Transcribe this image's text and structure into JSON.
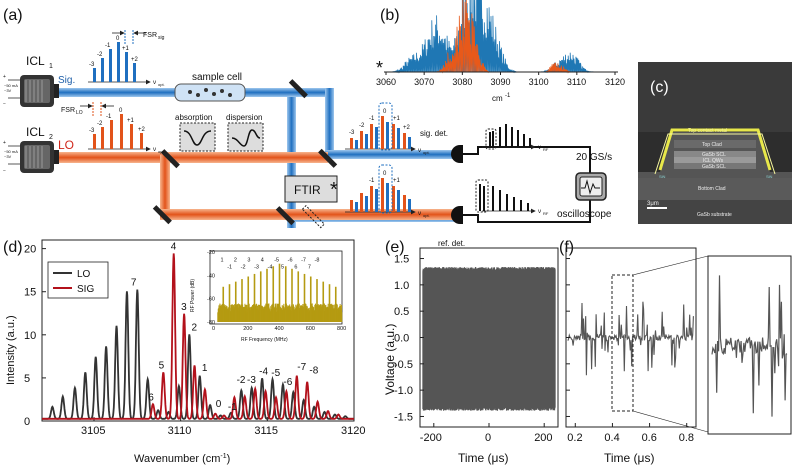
{
  "panels": {
    "a": "(a)",
    "b": "(b)",
    "c": "(c)",
    "d": "(d)",
    "e": "(e)",
    "f": "(f)"
  },
  "setup": {
    "icl1": "ICL",
    "icl1_sub": "1",
    "icl2": "ICL",
    "icl2_sub": "2",
    "sig": "Sig.",
    "lo": "LO",
    "bias": [
      "~50 mA",
      "~3V"
    ],
    "fsr_sig": "FSR",
    "fsr_sig_sub": "sig",
    "fsr_lo": "FSR",
    "fsr_lo_sub": "LO",
    "sample_cell": "sample cell",
    "absorption": "absorption",
    "dispersion": "dispersion",
    "nu_opt": "ν",
    "nu_opt_sub": "opt.",
    "nu_rf": "ν",
    "nu_rf_sub": "RF",
    "sig_det": "sig. det.",
    "ref_det": "ref. det.",
    "ftir": "FTIR",
    "ftir_star": "*",
    "sample_rate": "20 GS/s",
    "oscilloscope": "oscilloscope",
    "mode_labels_top": [
      "-3",
      "-2",
      "-1",
      "0",
      "+1",
      "+2"
    ],
    "mode_labels_lo": [
      "-3",
      "-2",
      "-1",
      "0",
      "+1",
      "+2"
    ]
  },
  "spectrum_b": {
    "star": "*",
    "xticks": [
      "3060",
      "3070",
      "3080",
      "3090",
      "3100",
      "3110",
      "3120"
    ],
    "xlabel": "cm",
    "xlabel_sup": "-1",
    "colors": {
      "sig": "#1f77b4",
      "lo": "#e8591a"
    }
  },
  "sem_c": {
    "top_contact": "Top contact metal",
    "top_clad": "Top Clad",
    "gasb_scl1": "GaSb SCL",
    "icl_qws": "ICL QWs",
    "gasb_scl2": "GaSb SCL",
    "bottom_clad": "Bottom Clad",
    "substrate": "GaSb substrate",
    "scale": "3μm",
    "sin": "SiN"
  },
  "chart_data": [
    {
      "type": "line",
      "panel": "d",
      "xlabel": "Wavenumber (cm",
      "xlabel_sup": "-1",
      "xlabel_end": ")",
      "ylabel": "Intensity (a.u.)",
      "xlim": [
        3102,
        3120
      ],
      "ylim": [
        0,
        21
      ],
      "xticks": [
        3105,
        3110,
        3115,
        3120
      ],
      "yticks": [
        0,
        5,
        10,
        15,
        20
      ],
      "legend_position": "top-left",
      "series": [
        {
          "name": "LO",
          "color": "#333333",
          "peaks": [
            [
              3102.6,
              1.4
            ],
            [
              3103.2,
              2.6
            ],
            [
              3103.9,
              3.6
            ],
            [
              3104.5,
              5.4
            ],
            [
              3105.1,
              7.2
            ],
            [
              3105.7,
              8.4
            ],
            [
              3106.3,
              10.8
            ],
            [
              3106.9,
              14.8
            ],
            [
              3107.5,
              15.0
            ],
            [
              3108.1,
              4.6
            ],
            [
              3108.7,
              1.0
            ],
            [
              3109.3,
              0.8
            ],
            [
              3109.9,
              3.8
            ],
            [
              3110.5,
              9.8
            ],
            [
              3111.1,
              5.0
            ],
            [
              3111.7,
              1.6
            ],
            [
              3112.3,
              0.4
            ],
            [
              3112.9,
              0.7
            ],
            [
              3113.5,
              3.3
            ],
            [
              3114.1,
              3.6
            ],
            [
              3114.7,
              4.7
            ],
            [
              3115.3,
              4.6
            ],
            [
              3115.9,
              4.0
            ],
            [
              3116.5,
              3.1
            ],
            [
              3117.1,
              2.2
            ],
            [
              3117.7,
              1.4
            ],
            [
              3118.3,
              0.8
            ],
            [
              3118.9,
              0.5
            ],
            [
              3119.5,
              0.3
            ]
          ]
        },
        {
          "name": "SIG",
          "color": "#b3111b",
          "peaks": [
            [
              3108.4,
              1.7
            ],
            [
              3109.0,
              5.4
            ],
            [
              3109.6,
              19.2
            ],
            [
              3110.2,
              12.2
            ],
            [
              3110.8,
              6.2
            ],
            [
              3111.4,
              3.4
            ],
            [
              3112.0,
              0.6
            ],
            [
              3112.5,
              0.4
            ],
            [
              3113.1,
              2.5
            ],
            [
              3113.7,
              2.6
            ],
            [
              3114.3,
              3.5
            ],
            [
              3114.9,
              3.2
            ],
            [
              3115.5,
              2.5
            ],
            [
              3116.1,
              3.2
            ],
            [
              3116.7,
              5.0
            ],
            [
              3117.3,
              4.3
            ],
            [
              3117.9,
              2.0
            ],
            [
              3118.5,
              0.9
            ],
            [
              3119.1,
              0.5
            ]
          ]
        }
      ],
      "annotations": [
        {
          "text": "7",
          "x": 3107.3,
          "y": 15.7
        },
        {
          "text": "4",
          "x": 3109.6,
          "y": 19.9
        },
        {
          "text": "3",
          "x": 3110.2,
          "y": 12.9
        },
        {
          "text": "2",
          "x": 3110.8,
          "y": 10.5
        },
        {
          "text": "5",
          "x": 3108.9,
          "y": 6.1
        },
        {
          "text": "1",
          "x": 3111.4,
          "y": 5.8
        },
        {
          "text": "6",
          "x": 3108.3,
          "y": 2.4
        },
        {
          "text": "0",
          "x": 3112.2,
          "y": 1.6
        },
        {
          "text": "-1",
          "x": 3112.9,
          "y": 1.3
        },
        {
          "text": "-2",
          "x": 3113.4,
          "y": 4.4
        },
        {
          "text": "-3",
          "x": 3114.0,
          "y": 4.4
        },
        {
          "text": "-4",
          "x": 3114.7,
          "y": 5.4
        },
        {
          "text": "-5",
          "x": 3115.4,
          "y": 5.2
        },
        {
          "text": "-6",
          "x": 3116.1,
          "y": 4.2
        },
        {
          "text": "-7",
          "x": 3116.9,
          "y": 5.9
        },
        {
          "text": "-8",
          "x": 3117.6,
          "y": 5.5
        }
      ]
    },
    {
      "type": "bar",
      "panel": "d-inset",
      "xlabel": "RF Frequency (MHz)",
      "ylabel": "RF Power (dB)",
      "xlim": [
        0,
        800
      ],
      "ylim": [
        -80,
        -20
      ],
      "xticks": [
        0,
        200,
        400,
        600,
        800
      ],
      "yticks": [
        -20,
        -40,
        -60,
        -80
      ],
      "color": "#b59b12",
      "labels": [
        "1",
        "-1",
        "2",
        "-2",
        "3",
        "-3",
        "4",
        "-4",
        "-5",
        "5",
        "-6",
        "6",
        "-7",
        "7",
        "-8"
      ]
    },
    {
      "type": "line",
      "panel": "e",
      "xlabel": "Time (μs)",
      "ylabel": "Voltage (a.u.)",
      "xlim": [
        -250,
        250
      ],
      "ylim": [
        -1.7,
        1.7
      ],
      "xticks": [
        -200,
        0,
        200
      ],
      "yticks": [
        -1.5,
        -1.0,
        -0.5,
        0.0,
        0.5,
        1.0,
        1.5
      ],
      "envelope": [
        -1.35,
        1.3
      ]
    },
    {
      "type": "line",
      "panel": "f",
      "xlabel": "Time (μs)",
      "xlim": [
        0.15,
        0.85
      ],
      "xticks": [
        0.2,
        0.4,
        0.6,
        0.8
      ],
      "zoom_window": [
        0.4,
        0.5
      ]
    }
  ]
}
